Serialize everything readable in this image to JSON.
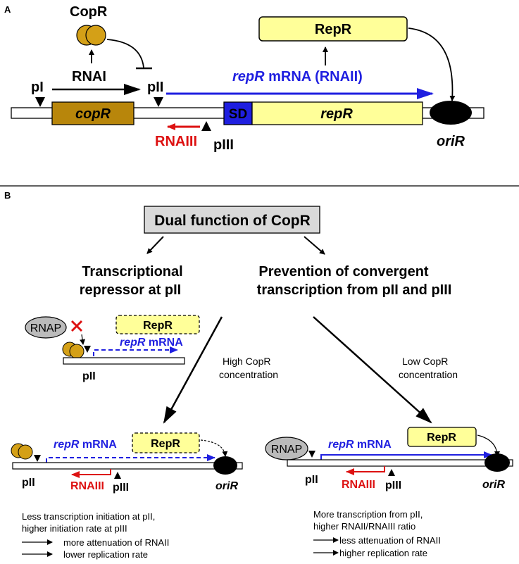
{
  "colors": {
    "copr_gold": "#B8860B",
    "copr_protein": "#D4A017",
    "repr_yellow": "#FFFF99",
    "sd_blue": "#1F1FE0",
    "mrna_blue": "#1F1FE0",
    "rna3_red": "#DD1111",
    "rnap_gray": "#BBBBBB",
    "box_gray": "#D9D9D9",
    "black": "#000000"
  },
  "panel_a": {
    "label": "A",
    "copr_protein": "CopR",
    "rnai": "RNAI",
    "pi": "pI",
    "pii": "pII",
    "repr_protein": "RepR",
    "mrna_italic": "repR",
    "mrna_rest": " mRNA (RNAII)",
    "copr_gene": "copR",
    "sd": "SD",
    "repr_gene": "repR",
    "rnaiii": "RNAIII",
    "piii": "pIII",
    "orir": "oriR"
  },
  "panel_b": {
    "label": "B",
    "title": "Dual function of CopR",
    "left_heading": [
      "Transcriptional",
      "repressor at pII"
    ],
    "right_heading": [
      "Prevention of convergent",
      "transcription from pII and pIII"
    ],
    "inset": {
      "rnap": "RNAP",
      "repr": "RepR",
      "mrna_italic": "repR",
      "mrna_rest": " mRNA",
      "pii": "pII"
    },
    "high_label": [
      "High CopR",
      "concentration"
    ],
    "low_label": [
      "Low CopR",
      "concentration"
    ],
    "high": {
      "mrna_italic": "repR",
      "mrna_rest": " mRNA",
      "repr": "RepR",
      "pii": "pII",
      "rnaiii": "RNAIII",
      "piii": "pIII",
      "orir": "oriR",
      "note": [
        "Less transcription initiation at pII,",
        "higher initiation rate at pIII"
      ],
      "effects": [
        "more attenuation of RNAII",
        "lower replication rate"
      ]
    },
    "low": {
      "rnap": "RNAP",
      "mrna_italic": "repR",
      "mrna_rest": " mRNA",
      "repr": "RepR",
      "pii": "pII",
      "rnaiii": "RNAIII",
      "piii": "pIII",
      "orir": "oriR",
      "note": [
        "More transcription from pII,",
        "higher RNAII/RNAIII ratio"
      ],
      "effects": [
        "less attenuation of RNAII",
        "higher replication rate"
      ]
    }
  }
}
